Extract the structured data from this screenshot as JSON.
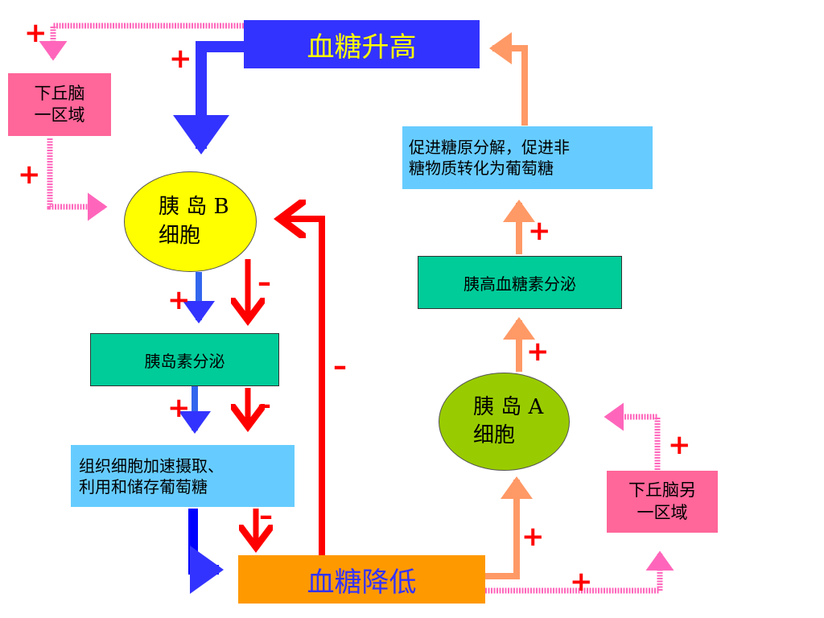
{
  "nodes": {
    "glucose_high": "血糖升高",
    "glucose_low": "血糖降低",
    "hypothalamus_1": "下丘脑\n一区域",
    "hypothalamus_2": "下丘脑另\n一区域",
    "b_cell": "胰 岛 B\n细胞",
    "a_cell": "胰 岛 A\n细胞",
    "insulin_secretion": "胰岛素分泌",
    "glucagon_secretion": "胰高血糖素分泌",
    "uptake": "组织细胞加速摄取、\n利用和储存葡萄糖",
    "breakdown": "促进糖原分解，促进非\n糖物质转化为葡萄糖"
  },
  "signs": {
    "plus": "+",
    "minus": "–"
  },
  "colors": {
    "blue_box": "#3333ff",
    "orange_box": "#ff9900",
    "pink_box": "#ff6699",
    "teal_box": "#00cc99",
    "sky_box": "#66ccff",
    "yellow_cell": "#ffff00",
    "green_cell": "#99cc00",
    "red_arrow": "#ff0000",
    "salmon_arrow": "#ff9966",
    "pink_arrow": "#ff66bb",
    "blue_arrow": "#3333ff"
  }
}
